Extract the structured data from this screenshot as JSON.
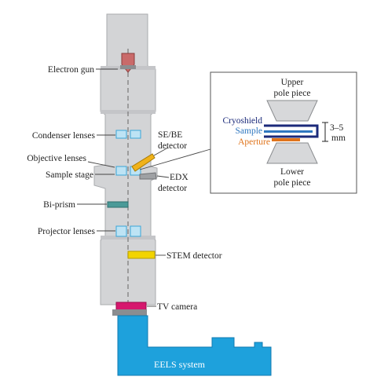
{
  "labels": {
    "electron_gun": "Electron gun",
    "condenser_lenses": "Condenser lenses",
    "objective_lenses": "Objective lenses",
    "sample_stage": "Sample stage",
    "bi_prism": "Bi-prism",
    "projector_lenses": "Projector lenses",
    "se_be_detector_line1": "SE/BE",
    "se_be_detector_line2": "detector",
    "edx_detector_line1": "EDX",
    "edx_detector_line2": "detector",
    "stem_detector": "STEM detector",
    "tv_camera": "TV camera",
    "eels_system": "EELS system"
  },
  "inset": {
    "upper_pole_line1": "Upper",
    "upper_pole_line2": "pole piece",
    "lower_pole_line1": "Lower",
    "lower_pole_line2": "pole piece",
    "cryoshield": "Cryoshield",
    "sample": "Sample",
    "aperture": "Aperture",
    "gap_line1": "3–5",
    "gap_line2": "mm"
  },
  "colors": {
    "column": "#d3d4d6",
    "column_edge": "#a9abae",
    "lens": "#bde3f4",
    "lens_edge": "#3aa6d8",
    "pole_piece": "#d7d8da",
    "cryoshield": "#1b2a7a",
    "sample": "#2f77c0",
    "aperture": "#e0741c",
    "stem_detector": "#f2d400",
    "se_detector": "#f0b21a",
    "edx_detector": "#9fa1a4",
    "tv_camera": "#d6186e",
    "eels": "#1ea1dc",
    "bi_prism": "#4a9a98",
    "gun": "#c96a6a"
  }
}
